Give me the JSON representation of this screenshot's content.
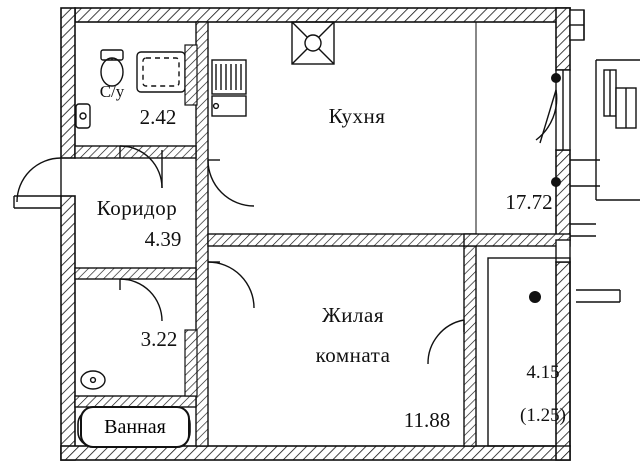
{
  "plan": {
    "type": "floor-plan",
    "units": "m2",
    "rooms": [
      {
        "key": "wc",
        "name": "С/у",
        "area": "2.42",
        "name_visible": true
      },
      {
        "key": "kitchen",
        "name": "Кухня",
        "area": "17.72",
        "name_visible": true
      },
      {
        "key": "corridor",
        "name": "Коридор",
        "area": "4.39",
        "name_visible": true
      },
      {
        "key": "closet",
        "name": "",
        "area": "3.22",
        "name_visible": false
      },
      {
        "key": "living",
        "name": "Жилая комната",
        "area": "11.88",
        "name_visible": true
      },
      {
        "key": "bathroom",
        "name": "Ванная",
        "area": "",
        "name_visible": true
      },
      {
        "key": "balcony",
        "name": "",
        "area": "4.15",
        "area_secondary": "(1.25)",
        "name_visible": false
      }
    ],
    "labels": {
      "wc_name": "С/у",
      "wc_area": "2.42",
      "kitchen_name": "Кухня",
      "kitchen_area": "17.72",
      "corridor_name": "Коридор",
      "corridor_area": "4.39",
      "closet_area": "3.22",
      "living_name_line1": "Жилая",
      "living_name_line2": "комната",
      "living_area": "11.88",
      "bathroom_name": "Ванная",
      "balcony_area": "4.15",
      "balcony_area_secondary": "(1.25)"
    },
    "colors": {
      "line": "#111111",
      "background": "#ffffff",
      "hatch": "#111111"
    }
  }
}
